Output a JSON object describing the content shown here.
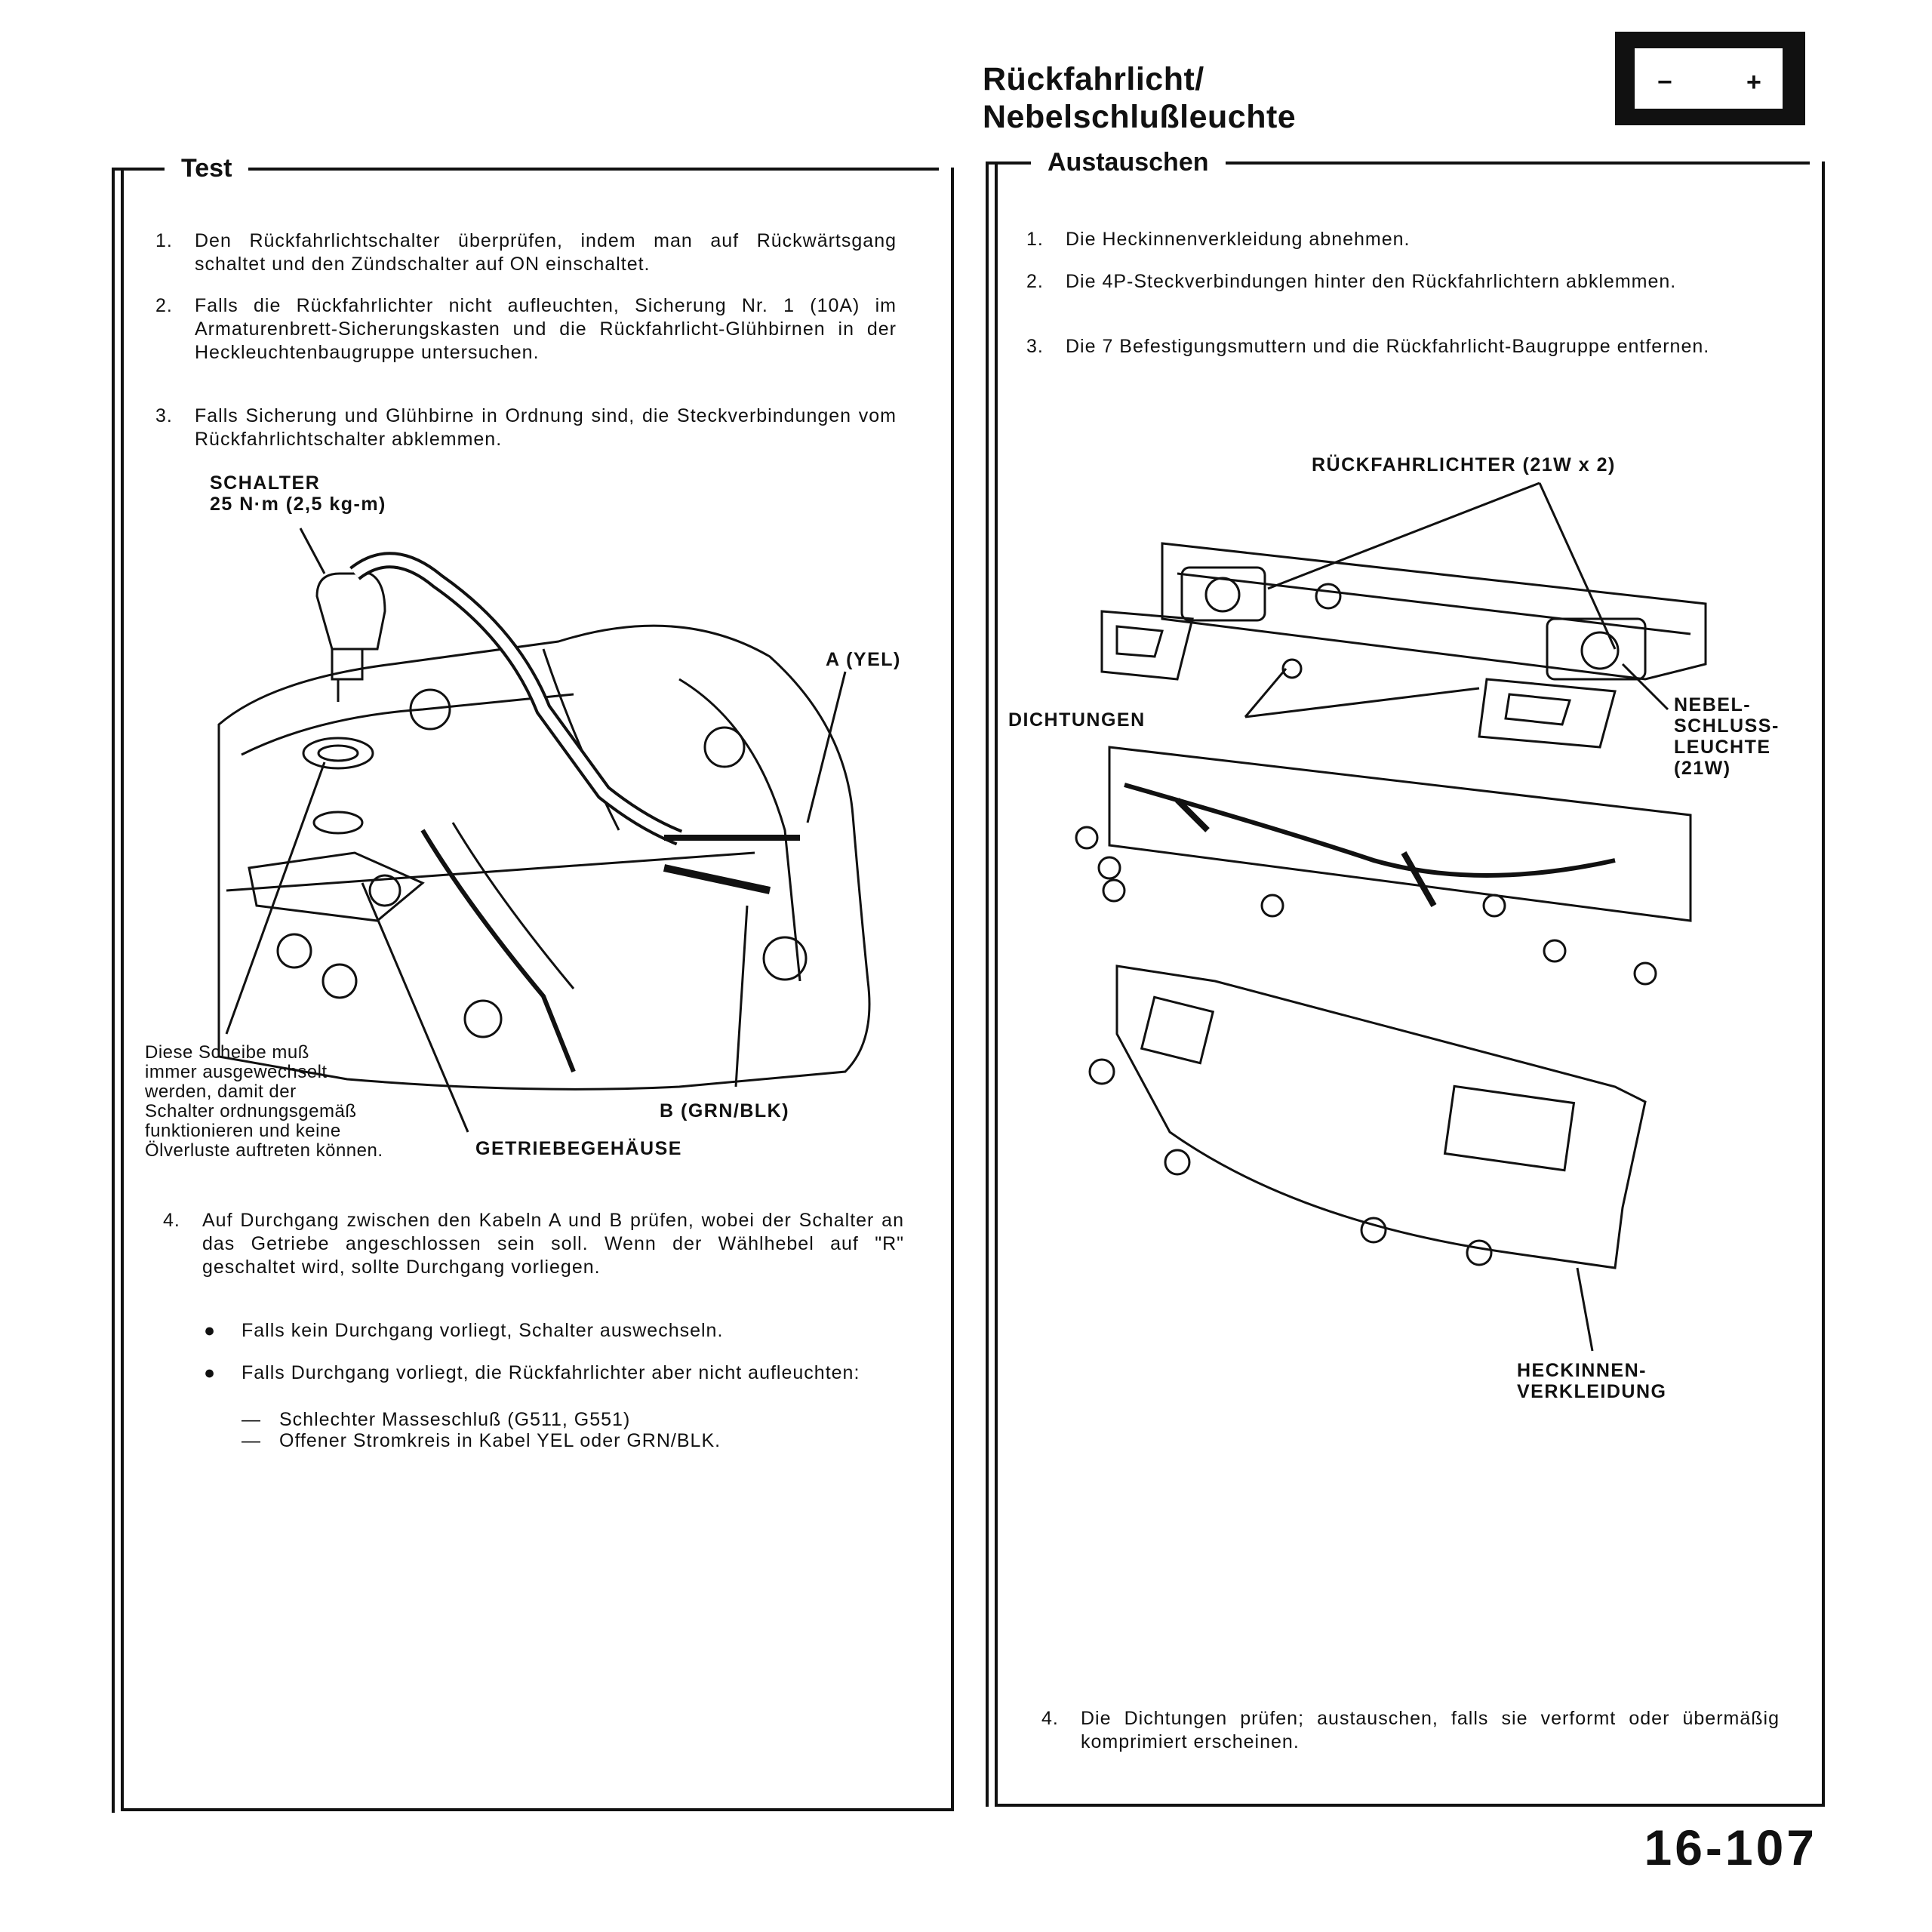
{
  "header": {
    "title_line1": "Rückfahrlicht/",
    "title_line2": "Nebelschlußleuchte",
    "battery_minus": "−",
    "battery_plus": "+"
  },
  "left": {
    "heading": "Test",
    "steps": [
      {
        "num": "1.",
        "text": "Den Rückfahrlichtschalter überprüfen, indem man auf Rückwärtsgang schaltet und den Zündschalter auf ON einschaltet."
      },
      {
        "num": "2.",
        "text": "Falls die Rückfahrlichter nicht aufleuchten, Sicherung Nr. 1 (10A) im Armaturenbrett-Sicherungskasten und die Rückfahrlicht-Glühbirnen in der Heckleuchtenbaugruppe untersuchen."
      },
      {
        "num": "3.",
        "text": "Falls Sicherung und Glühbirne in Ordnung sind, die Steckverbindungen vom Rückfahrlichtschalter abklemmen."
      },
      {
        "num": "4.",
        "text": "Auf Durchgang zwischen den Kabeln A und B prüfen, wobei der Schalter an das Getriebe angeschlossen sein soll. Wenn der Wählhebel auf \"R\" geschaltet wird, sollte Durchgang vorliegen."
      }
    ],
    "bullets": [
      "Falls kein Durchgang vorliegt, Schalter auswechseln.",
      "Falls Durchgang vorliegt, die Rückfahrlichter aber nicht aufleuchten:"
    ],
    "dashes": [
      "Schlechter Masseschluß (G511, G551)",
      "Offener Stromkreis in Kabel YEL oder GRN/BLK."
    ],
    "figure": {
      "schalter_line1": "SCHALTER",
      "schalter_line2": "25 N·m (2,5 kg-m)",
      "wire_a": "A (YEL)",
      "wire_b": "B (GRN/BLK)",
      "washer_note": [
        "Diese Scheibe muß",
        "immer ausgewechselt",
        "werden, damit der",
        "Schalter ordnungsgemäß",
        "funktionieren und keine",
        "Ölverluste auftreten können."
      ],
      "gearbox": "GETRIEBEGEHÄUSE"
    }
  },
  "right": {
    "heading": "Austauschen",
    "steps": [
      {
        "num": "1.",
        "text": "Die Heckinnenverkleidung abnehmen."
      },
      {
        "num": "2.",
        "text": "Die 4P-Steckverbindungen hinter den Rückfahrlichtern abklemmen."
      },
      {
        "num": "3.",
        "text": "Die 7 Befestigungsmuttern und die Rückfahrlicht-Baugruppe entfernen."
      },
      {
        "num": "4.",
        "text": "Die Dichtungen prüfen; austauschen, falls sie verformt oder übermäßig komprimiert erscheinen."
      }
    ],
    "figure": {
      "lights": "RÜCKFAHRLICHTER (21W x 2)",
      "seals": "DICHTUNGEN",
      "fog_lines": [
        "NEBEL-",
        "SCHLUSS-",
        "LEUCHTE",
        "(21W)"
      ],
      "trim_lines": [
        "HECKINNEN-",
        "VERKLEIDUNG"
      ]
    }
  },
  "footer": {
    "page_number": "16-107"
  }
}
